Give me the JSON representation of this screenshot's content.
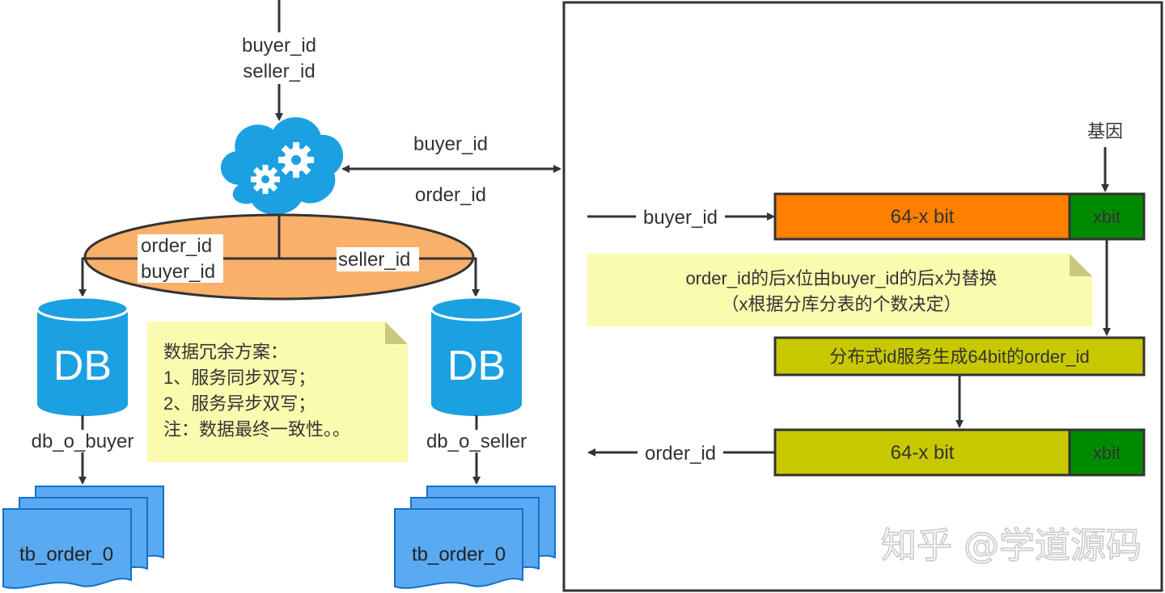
{
  "left": {
    "input_labels": [
      "buyer_id",
      "seller_id"
    ],
    "link_labels": {
      "top": "buyer_id",
      "bottom": "order_id"
    },
    "router_labels": {
      "left": [
        "order_id",
        "buyer_id"
      ],
      "right": "seller_id"
    },
    "db_buyer": {
      "icon_text": "DB",
      "name": "db_o_buyer",
      "table": "tb_order_0"
    },
    "db_seller": {
      "icon_text": "DB",
      "name": "db_o_seller",
      "table": "tb_order_0"
    },
    "note_lines": [
      "数据冗余方案：",
      "1、服务同步双写；",
      "2、服务异步双写；",
      "注：数据最终一致性。。"
    ]
  },
  "right": {
    "gene_label": "基因",
    "input_label": "buyer_id",
    "row1": {
      "main": "64-x bit",
      "tail": "xbit"
    },
    "note_lines": [
      "order_id的后x位由buyer_id的后x为替换",
      "（x根据分库分表的个数决定）"
    ],
    "service_label": "分布式id服务生成64bit的order_id",
    "output_label": "order_id",
    "row2": {
      "main": "64-x bit",
      "tail": "xbit"
    }
  },
  "watermark": "知乎 @学道源码",
  "colors": {
    "orange": "#ff8000",
    "green": "#008a00",
    "olive": "#c8c800",
    "cloud": "#1ba1e2",
    "router": "#f8b06a",
    "note": "#fbfbb0",
    "db": "#1ba1e2",
    "table": "#5aaaf2"
  }
}
